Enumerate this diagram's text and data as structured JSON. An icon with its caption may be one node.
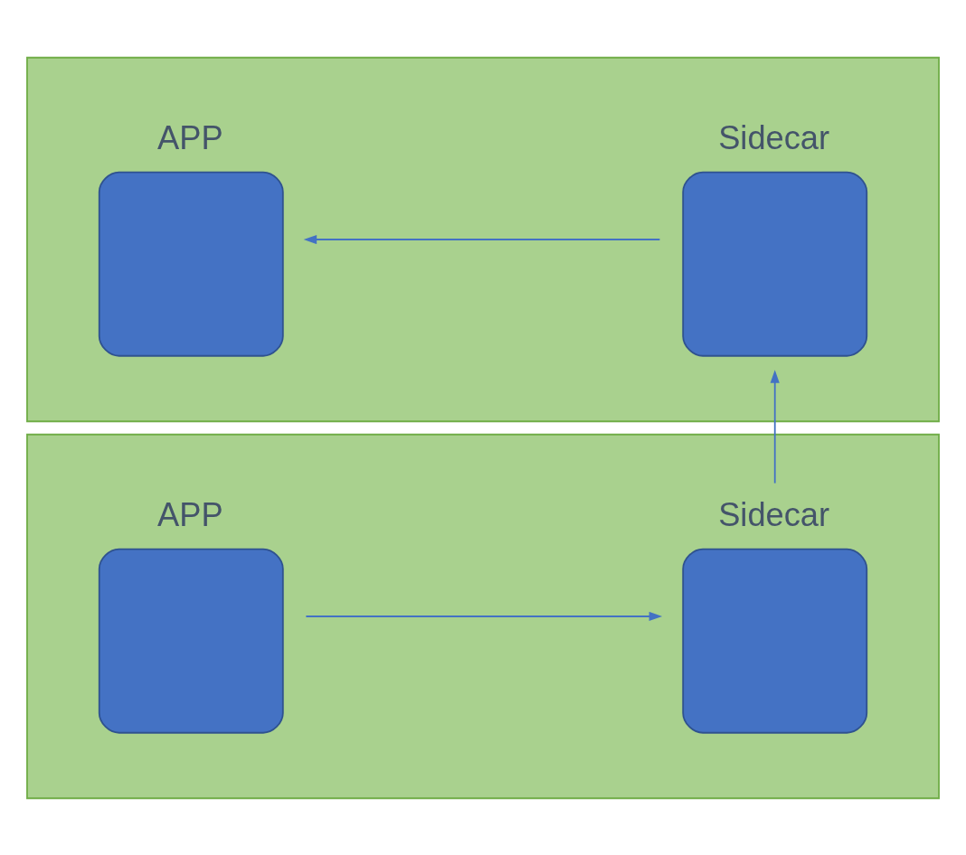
{
  "diagram": {
    "nodes": [
      {
        "text": [],
        "shape": "box"
      },
      {
        "text": [
          "APP"
        ],
        "in": 0
      },
      {
        "text": [
          "Sidecar"
        ],
        "in": 0
      },
      {
        "text": [],
        "shape": "box"
      },
      {
        "text": [
          "APP"
        ],
        "in": 3
      },
      {
        "text": [
          "Sidecar"
        ],
        "in": 3
      }
    ],
    "edges": [
      {
        "from": 1,
        "to": 2,
        "arrow": "to"
      },
      {
        "from": 2,
        "to": 5,
        "arrow": "to"
      },
      {
        "from": 5,
        "to": 4,
        "arrow": "to"
      }
    ]
  }
}
